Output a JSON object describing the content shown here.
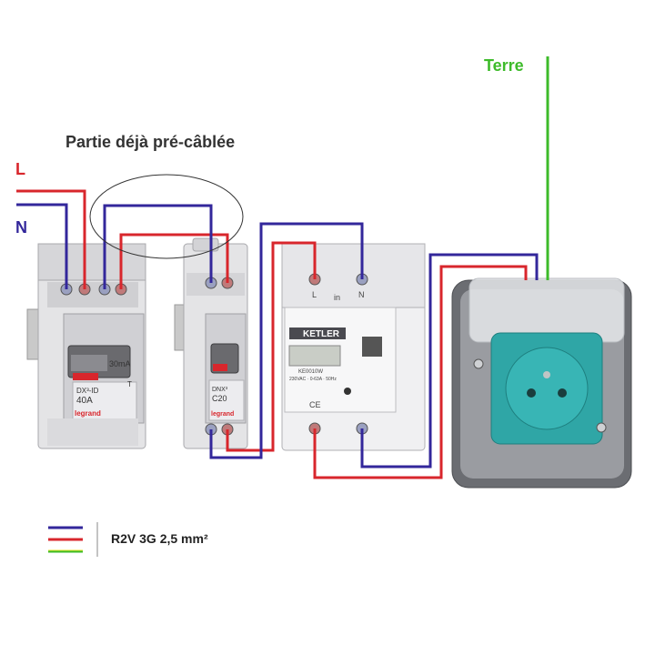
{
  "note": "Partie déjà pré-câblée",
  "wires": {
    "phase": {
      "label": "L",
      "color": "#d8262c"
    },
    "neutral": {
      "label": "N",
      "color": "#33279b"
    },
    "earth": {
      "label": "Terre",
      "color": "#3dbb2a"
    }
  },
  "legend": {
    "cable": "R2V 3G 2,5 mm²"
  },
  "devices": {
    "differential": {
      "top_label": "30mA",
      "model": "DX³-ID",
      "rating": "40A",
      "brand": "legrand",
      "test_label": "T"
    },
    "breaker": {
      "model": "DNX³",
      "rating": "C20",
      "brand": "legrand"
    },
    "meter": {
      "brand": "KETLER",
      "model": "KE0010W",
      "spec": "230VAC · 0-63A · 50Hz",
      "terminal_L": "L",
      "terminal_in": "in",
      "terminal_N": "N",
      "ce": "CE"
    },
    "socket": {}
  }
}
